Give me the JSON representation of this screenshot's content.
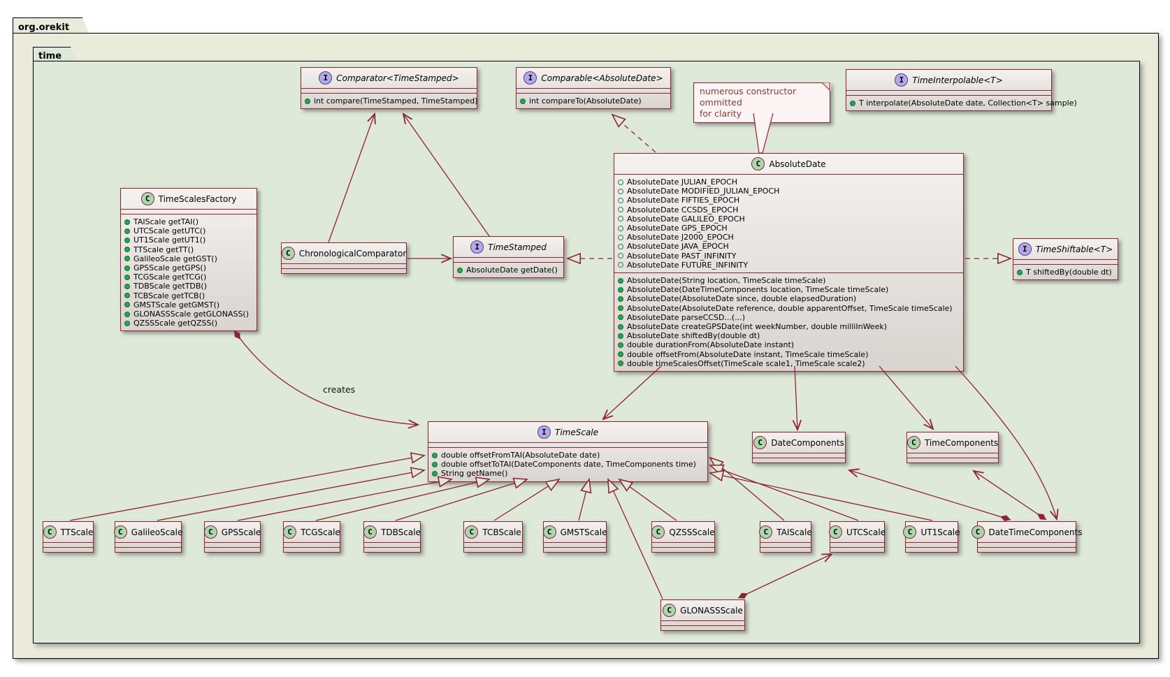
{
  "packages": {
    "outer": "org.orekit",
    "inner": "time"
  },
  "note": {
    "line1": "numerous constructor ommitted",
    "line2": "for clarity"
  },
  "labels": {
    "creates": "creates"
  },
  "classes": {
    "comparator": {
      "kind": "interface",
      "spot": "I",
      "name": "Comparator<TimeStamped>",
      "fields": [],
      "methods": [
        "int  compare(TimeStamped, TimeStamped)"
      ]
    },
    "comparable": {
      "kind": "interface",
      "spot": "I",
      "name": "Comparable<AbsoluteDate>",
      "fields": [],
      "methods": [
        "int compareTo(AbsoluteDate)"
      ]
    },
    "interpolable": {
      "kind": "interface",
      "spot": "I",
      "name": "TimeInterpolable<T>",
      "fields": [],
      "methods": [
        "T interpolate(AbsoluteDate date, Collection<T> sample)"
      ]
    },
    "factory": {
      "kind": "class",
      "spot": "C",
      "name": "TimeScalesFactory",
      "fields": [],
      "methods": [
        "TAIScale getTAI()",
        "UTCScale getUTC()",
        "UT1Scale getUT1()",
        "TTScale getTT()",
        "GalileoScale getGST()",
        "GPSScale getGPS()",
        "TCGScale getTCG()",
        "TDBScale getTDB()",
        "TCBScale getTCB()",
        "GMSTScale getGMST()",
        "GLONASSScale getGLONASS()",
        "QZSSScale getQZSS()"
      ]
    },
    "chronological": {
      "kind": "class",
      "spot": "C",
      "name": "ChronologicalComparator",
      "fields": [],
      "methods": []
    },
    "timestamped": {
      "kind": "interface",
      "spot": "I",
      "name": "TimeStamped",
      "fields": [],
      "methods": [
        "AbsoluteDate getDate()"
      ]
    },
    "absolutedate": {
      "kind": "class",
      "spot": "C",
      "name": "AbsoluteDate",
      "fields": [
        "AbsoluteDate JULIAN_EPOCH",
        "AbsoluteDate MODIFIED_JULIAN_EPOCH",
        "AbsoluteDate FIFTIES_EPOCH",
        "AbsoluteDate CCSDS_EPOCH",
        "AbsoluteDate GALILEO_EPOCH",
        "AbsoluteDate GPS_EPOCH",
        "AbsoluteDate J2000_EPOCH",
        "AbsoluteDate JAVA_EPOCH",
        "AbsoluteDate PAST_INFINITY",
        "AbsoluteDate FUTURE_INFINITY"
      ],
      "methods": [
        "AbsoluteDate(String location, TimeScale timeScale)",
        "AbsoluteDate(DateTimeComponents location, TimeScale timeScale)",
        "AbsoluteDate(AbsoluteDate since, double elapsedDuration)",
        "AbsoluteDate(AbsoluteDate reference, double apparentOffset, TimeScale timeScale)",
        "AbsoluteDate parseCCSD...(...)",
        "AbsoluteDate createGPSDate(int weekNumber, double milliInWeek)",
        "AbsoluteDate shiftedBy(double dt)",
        "double durationFrom(AbsoluteDate instant)",
        "double offsetFrom(AbsoluteDate instant, TimeScale timeScale)",
        "double timeScalesOffset(TimeScale scale1, TimeScale scale2)"
      ]
    },
    "timeshiftable": {
      "kind": "interface",
      "spot": "I",
      "name": "TimeShiftable<T>",
      "fields": [],
      "methods": [
        "T shiftedBy(double dt)"
      ]
    },
    "timescale": {
      "kind": "interface",
      "spot": "I",
      "name": "TimeScale",
      "fields": [],
      "methods": [
        "double offsetFromTAI(AbsoluteDate date)",
        "double offsetToTAI(DateComponents date, TimeComponents time)",
        "String getName()"
      ]
    },
    "datecomponents": {
      "kind": "class",
      "spot": "C",
      "name": "DateComponents",
      "fields": [],
      "methods": []
    },
    "timecomponents": {
      "kind": "class",
      "spot": "C",
      "name": "TimeComponents",
      "fields": [],
      "methods": []
    },
    "ttscale": {
      "kind": "class",
      "spot": "C",
      "name": "TTScale",
      "fields": [],
      "methods": []
    },
    "galileoscale": {
      "kind": "class",
      "spot": "C",
      "name": "GalileoScale",
      "fields": [],
      "methods": []
    },
    "gpsscale": {
      "kind": "class",
      "spot": "C",
      "name": "GPSScale",
      "fields": [],
      "methods": []
    },
    "tcgscale": {
      "kind": "class",
      "spot": "C",
      "name": "TCGScale",
      "fields": [],
      "methods": []
    },
    "tdbscale": {
      "kind": "class",
      "spot": "C",
      "name": "TDBScale",
      "fields": [],
      "methods": []
    },
    "tcbscale": {
      "kind": "class",
      "spot": "C",
      "name": "TCBScale",
      "fields": [],
      "methods": []
    },
    "gmstscale": {
      "kind": "class",
      "spot": "C",
      "name": "GMSTScale",
      "fields": [],
      "methods": []
    },
    "qzssscale": {
      "kind": "class",
      "spot": "C",
      "name": "QZSSScale",
      "fields": [],
      "methods": []
    },
    "taiscale": {
      "kind": "class",
      "spot": "C",
      "name": "TAIScale",
      "fields": [],
      "methods": []
    },
    "utcscale": {
      "kind": "class",
      "spot": "C",
      "name": "UTCScale",
      "fields": [],
      "methods": []
    },
    "ut1scale": {
      "kind": "class",
      "spot": "C",
      "name": "UT1Scale",
      "fields": [],
      "methods": []
    },
    "datetimecomponents": {
      "kind": "class",
      "spot": "C",
      "name": "DateTimeComponents",
      "fields": [],
      "methods": []
    },
    "glonassscale": {
      "kind": "class",
      "spot": "C",
      "name": "GLONASSScale",
      "fields": [],
      "methods": []
    }
  }
}
